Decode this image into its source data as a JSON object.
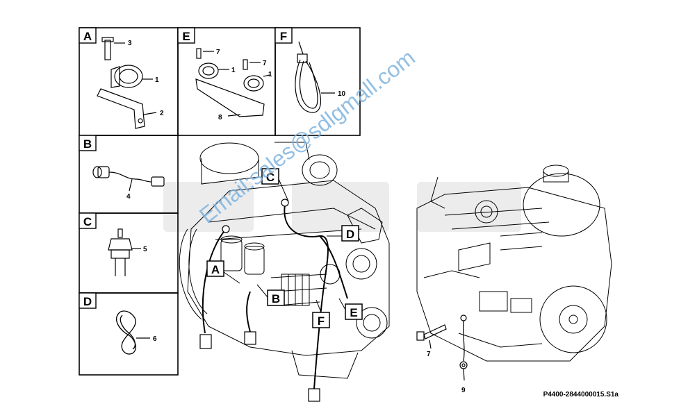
{
  "panels": [
    {
      "letter": "A",
      "parts": [
        "3",
        "1",
        "2"
      ]
    },
    {
      "letter": "E",
      "parts": [
        "7",
        "1",
        "7",
        "1",
        "8"
      ]
    },
    {
      "letter": "F",
      "parts": [
        "10"
      ]
    },
    {
      "letter": "B",
      "parts": [
        "4"
      ]
    },
    {
      "letter": "C",
      "parts": [
        "5"
      ]
    },
    {
      "letter": "D",
      "parts": [
        "6"
      ]
    }
  ],
  "engine_callouts": [
    "A",
    "B",
    "C",
    "D",
    "E",
    "F"
  ],
  "right_parts": [
    "7",
    "9"
  ],
  "reference": "P4400-2844000015.S1a",
  "watermark": "Email:sales@sdlgmall.com",
  "colors": {
    "line": "#000000",
    "watermark": "#7fb4e0",
    "ghost": "#e6e6e6"
  }
}
